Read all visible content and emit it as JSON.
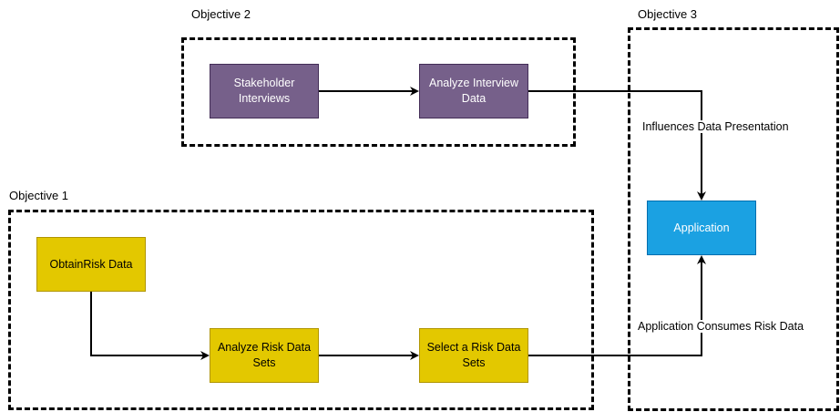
{
  "groups": {
    "objective_1": {
      "label": "Objective 1"
    },
    "objective_2": {
      "label": "Objective 2"
    },
    "objective_3": {
      "label": "Objective 3"
    }
  },
  "nodes": {
    "stakeholder_interviews": {
      "label": "Stakeholder Interviews",
      "fill": "#76608a",
      "border": "#432d57",
      "text_color": "#ffffff"
    },
    "analyze_interview_data": {
      "label": "Analyze Interview Data",
      "fill": "#76608a",
      "border": "#432d57",
      "text_color": "#ffffff"
    },
    "application": {
      "label": "Application",
      "fill": "#1ba1e2",
      "border": "#006eaf",
      "text_color": "#ffffff"
    },
    "obtain_risk_data": {
      "label": "ObtainRisk Data",
      "fill": "#e3c800",
      "border": "#b09500",
      "text_color": "#000000"
    },
    "analyze_risk_data_sets": {
      "label": "Analyze Risk Data Sets",
      "fill": "#e3c800",
      "border": "#b09500",
      "text_color": "#000000"
    },
    "select_risk_data_sets": {
      "label": "Select a Risk Data Sets",
      "fill": "#e3c800",
      "border": "#b09500",
      "text_color": "#000000"
    }
  },
  "edges": {
    "influences": {
      "label": "Influences Data Presentation"
    },
    "consumes": {
      "label": "Application Consumes Risk Data"
    }
  }
}
